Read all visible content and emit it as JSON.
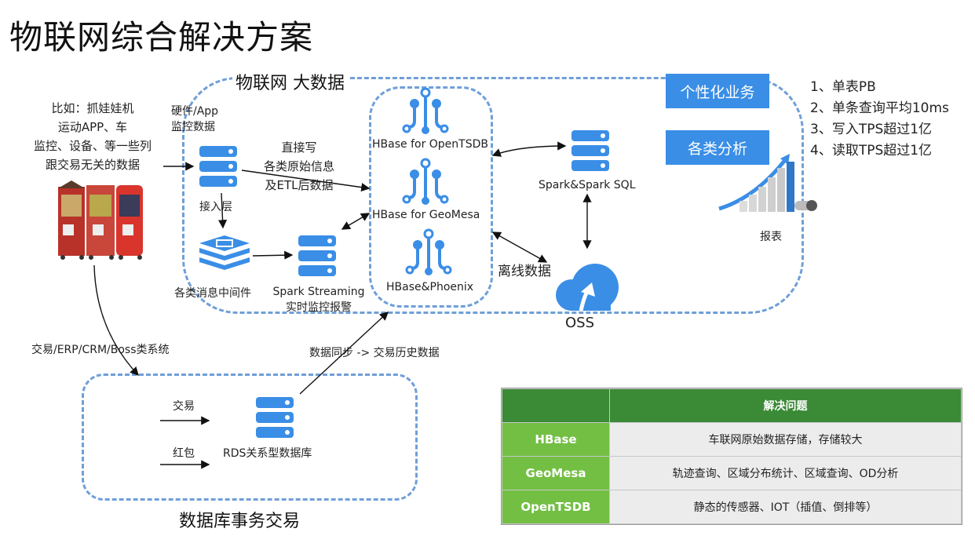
{
  "title": "物联网综合解决方案",
  "groups": {
    "iot_bigdata": "物联网 大数据",
    "db_transactions": "数据库事务交易"
  },
  "left": {
    "example_lines": [
      "比如：抓娃娃机",
      "运动APP、车",
      "监控、设备、等一些列",
      "跟交易无关的数据"
    ],
    "image_label": "claw-machine-image",
    "erp_label": "交易/ERP/CRM/Boss类系统"
  },
  "ingest": {
    "hw_lines": [
      "硬件/App",
      "监控数据"
    ],
    "layer_label": "接入层",
    "direct_write_lines": [
      "直接写",
      "各类原始信息",
      "及ETL后数据"
    ],
    "mq_label": "各类消息中间件",
    "spark_streaming_lines": [
      "Spark Streaming",
      "实时监控报警"
    ]
  },
  "hbase": {
    "items": [
      "HBase for OpenTSDB",
      "HBase for GeoMesa",
      "HBase&Phoenix"
    ]
  },
  "compute": {
    "spark_sql": "Spark&Spark SQL",
    "offline_label": "离线数据",
    "oss_label": "OSS"
  },
  "business": {
    "buttons": [
      "个性化业务",
      "各类分析"
    ],
    "report_label": "报表"
  },
  "features": [
    "1、单表PB",
    "2、单条查询平均10ms",
    "3、写入TPS超过1亿",
    "4、读取TPS超过1亿"
  ],
  "transactions": {
    "inputs": [
      "交易",
      "红包"
    ],
    "rds_label": "RDS关系型数据库",
    "sync_label": "数据同步 -> 交易历史数据"
  },
  "table": {
    "header": [
      "",
      "解决问题"
    ],
    "rows": [
      {
        "name": "HBase",
        "desc": "车联网原始数据存储，存储较大"
      },
      {
        "name": "GeoMesa",
        "desc": "轨迹查询、区域分布统计、区域查询、OD分析"
      },
      {
        "name": "OpenTSDB",
        "desc": "静态的传感器、IOT（插值、倒排等）"
      }
    ]
  },
  "colors": {
    "accent_blue": "#3a8ee6",
    "dash_blue": "#6f9fd8",
    "table_header_green": "#3a8a36",
    "table_key_green": "#73bf44",
    "table_value_gray": "#ececec"
  }
}
